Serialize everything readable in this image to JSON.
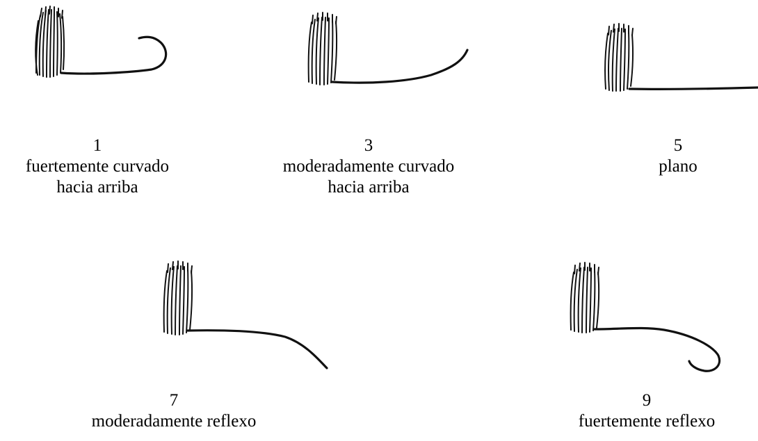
{
  "figure": {
    "items": [
      {
        "score": "1",
        "description_line1": "fuertemente curvado",
        "description_line2": "hacia arriba"
      },
      {
        "score": "3",
        "description_line1": "moderadamente curvado",
        "description_line2": "hacia arriba"
      },
      {
        "score": "5",
        "description_line1": "plano",
        "description_line2": ""
      },
      {
        "score": "7",
        "description_line1": "moderadamente reflexo",
        "description_line2": ""
      },
      {
        "score": "9",
        "description_line1": "fuertemente reflexo",
        "description_line2": ""
      }
    ]
  }
}
